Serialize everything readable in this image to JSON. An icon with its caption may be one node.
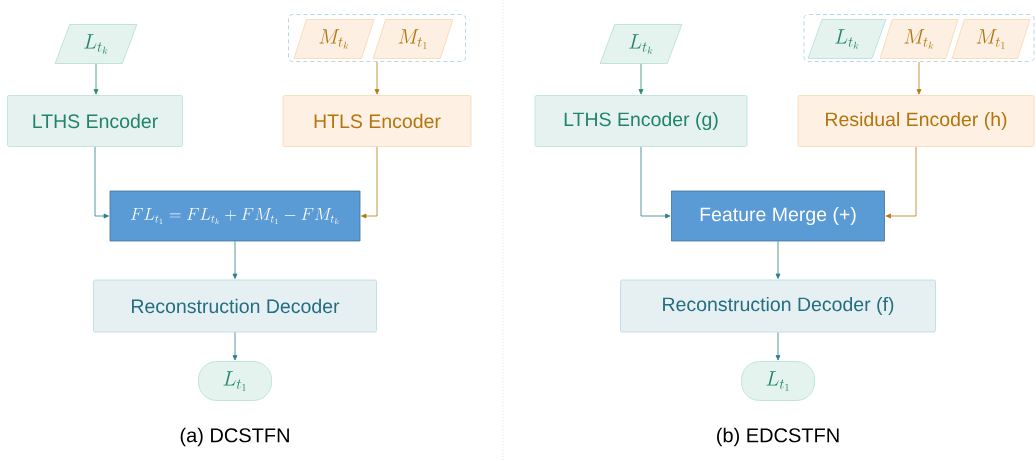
{
  "diagram": {
    "nodes": [
      {
        "text": [
          "L_{t_k}"
        ]
      },
      {
        "text": [],
        "shape": "box"
      },
      {
        "text": [
          "M_{t_k}"
        ],
        "in": 1
      },
      {
        "text": [
          "M_{t_1}"
        ],
        "in": 1
      },
      {
        "text": [
          "LTHS Encoder"
        ]
      },
      {
        "text": [
          "HTLS Encoder"
        ]
      },
      {
        "text": [
          "FL_{t_1} = FL_{t_k} + FM_{t_1} - FM_{t_k}"
        ]
      },
      {
        "text": [
          "Reconstruction Decoder"
        ]
      },
      {
        "text": [
          "L_{t_1}"
        ]
      },
      {
        "text": [
          "L_{t_k}"
        ]
      },
      {
        "text": [],
        "shape": "box"
      },
      {
        "text": [
          "L_{t_k}"
        ],
        "in": 10
      },
      {
        "text": [
          "M_{t_k}"
        ],
        "in": 10
      },
      {
        "text": [
          "M_{t_1}"
        ],
        "in": 10
      },
      {
        "text": [
          "LTHS Encoder (g)"
        ]
      },
      {
        "text": [
          "Residual Encoder (h)"
        ]
      },
      {
        "text": [
          "Feature Merge (+)"
        ]
      },
      {
        "text": [
          "Reconstruction Decoder (f)"
        ]
      },
      {
        "text": [
          "L_{t_1}"
        ]
      }
    ],
    "edges": [
      {
        "from": 0,
        "to": 4,
        "arrow": "to",
        "color": "#2a8a72"
      },
      {
        "from": 1,
        "to": 5,
        "arrow": "to",
        "color": "#b8780f"
      },
      {
        "from": 4,
        "to": 6,
        "arrow": "to"
      },
      {
        "from": 5,
        "to": 6,
        "arrow": "to",
        "color": "#b8780f"
      },
      {
        "from": 6,
        "to": 7,
        "arrow": "to"
      },
      {
        "from": 7,
        "to": 8,
        "arrow": "to"
      },
      {
        "from": 9,
        "to": 14,
        "arrow": "to",
        "color": "#2a8a72"
      },
      {
        "from": 10,
        "to": 15,
        "arrow": "to",
        "color": "#b8780f"
      },
      {
        "from": 14,
        "to": 16,
        "arrow": "to"
      },
      {
        "from": 15,
        "to": 16,
        "arrow": "to",
        "color": "#b8780f"
      },
      {
        "from": 16,
        "to": 17,
        "arrow": "to"
      },
      {
        "from": 17,
        "to": 18,
        "arrow": "to"
      }
    ],
    "labels": [
      "(a) DCSTFN",
      "(b) EDCSTFN"
    ]
  }
}
